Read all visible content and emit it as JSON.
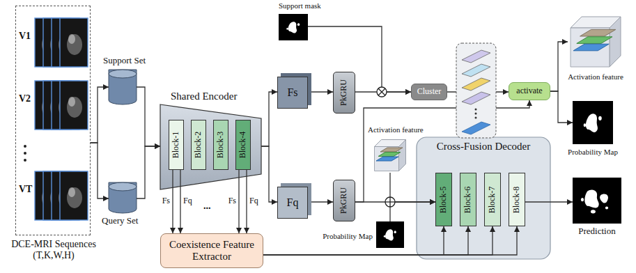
{
  "diagram": {
    "nodes": [
      {
        "text": [
          "DCE-MRI Sequences (T,K,W,H)"
        ]
      },
      {
        "text": [
          "Support Set"
        ]
      },
      {
        "text": [
          "Query Set"
        ]
      },
      {
        "text": [
          "Shared Encoder"
        ]
      },
      {
        "text": [
          "Block-1"
        ],
        "in": 3
      },
      {
        "text": [
          "Block-2"
        ],
        "in": 3
      },
      {
        "text": [
          "Block-3"
        ],
        "in": 3
      },
      {
        "text": [
          "Block-4"
        ],
        "in": 3
      },
      {
        "text": [
          "Fs"
        ]
      },
      {
        "text": [
          "Fq"
        ]
      },
      {
        "text": [
          "Support mask"
        ]
      },
      {
        "text": [
          "PkGRU"
        ]
      },
      {
        "text": [
          "PkGRU"
        ]
      },
      {
        "text": [
          "Cluster"
        ]
      },
      {
        "text": [
          "activate"
        ]
      },
      {
        "text": [
          "Activation feature"
        ]
      },
      {
        "text": [
          "Probability Map"
        ]
      },
      {
        "text": [
          "Activation feature"
        ]
      },
      {
        "text": [
          "Probability Map"
        ]
      },
      {
        "text": [
          "Cross-Fusion Decoder"
        ]
      },
      {
        "text": [
          "Block-5"
        ],
        "in": 19
      },
      {
        "text": [
          "Block-6"
        ],
        "in": 19
      },
      {
        "text": [
          "Block-7"
        ],
        "in": 19
      },
      {
        "text": [
          "Block-8"
        ],
        "in": 19
      },
      {
        "text": [
          "Prediction"
        ]
      },
      {
        "text": [
          "Coexistence Feature Extractor"
        ]
      }
    ],
    "edges": [
      {
        "from": 0,
        "to": 1,
        "arrow": "to"
      },
      {
        "from": 0,
        "to": 2,
        "arrow": "to"
      },
      {
        "from": 1,
        "to": 3,
        "arrow": "to"
      },
      {
        "from": 2,
        "to": 3,
        "arrow": "to"
      },
      {
        "from": 3,
        "to": 8,
        "arrow": "to"
      },
      {
        "from": 3,
        "to": 9,
        "arrow": "to"
      },
      {
        "from": 8,
        "to": 11,
        "arrow": "to"
      },
      {
        "from": 9,
        "to": 12,
        "arrow": "to"
      },
      {
        "from": 11,
        "to": 13,
        "arrow": "to"
      },
      {
        "from": 10,
        "to": 13,
        "arrow": "to"
      },
      {
        "from": 13,
        "to": 14,
        "arrow": "to"
      },
      {
        "from": 12,
        "to": 14,
        "arrow": "to"
      },
      {
        "from": 14,
        "to": 15,
        "arrow": "to"
      },
      {
        "from": 14,
        "to": 16,
        "arrow": "to"
      },
      {
        "from": 12,
        "to": 20,
        "arrow": "to"
      },
      {
        "from": 17,
        "to": 20,
        "arrow": "to"
      },
      {
        "from": 18,
        "to": 20,
        "arrow": "to"
      },
      {
        "from": 23,
        "to": 24,
        "arrow": "to"
      },
      {
        "from": 4,
        "to": 25,
        "label": "Fs",
        "arrow": "to"
      },
      {
        "from": 4,
        "to": 25,
        "label": "Fq",
        "arrow": "to"
      },
      {
        "from": 7,
        "to": 25,
        "label": "Fs",
        "arrow": "to"
      },
      {
        "from": 7,
        "to": 25,
        "label": "Fq",
        "arrow": "to"
      },
      {
        "from": 25,
        "to": 20,
        "arrow": "to"
      },
      {
        "from": 25,
        "to": 21,
        "arrow": "to"
      },
      {
        "from": 25,
        "to": 22,
        "arrow": "to"
      },
      {
        "from": 25,
        "to": 23,
        "arrow": "to"
      }
    ],
    "labels": [
      "V1",
      "V2",
      "VT",
      "..."
    ]
  }
}
